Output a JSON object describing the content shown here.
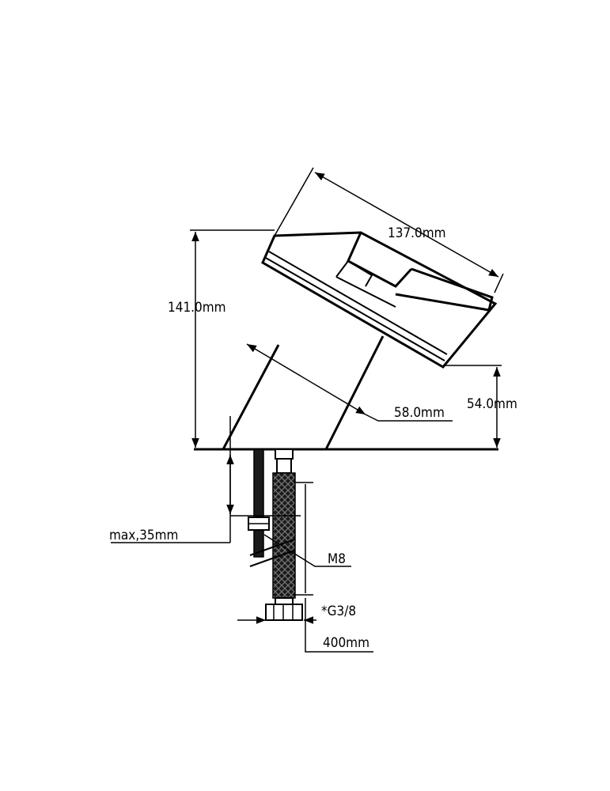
{
  "drawing": {
    "dimensions": {
      "length": "137.0mm",
      "height_total": "141.0mm",
      "spout_height": "54.0mm",
      "body_diameter": "58.0mm",
      "max_deck": "max,35mm",
      "thread": "M8",
      "hose_thread": "*G3/8",
      "hose_length": "400mm"
    }
  }
}
